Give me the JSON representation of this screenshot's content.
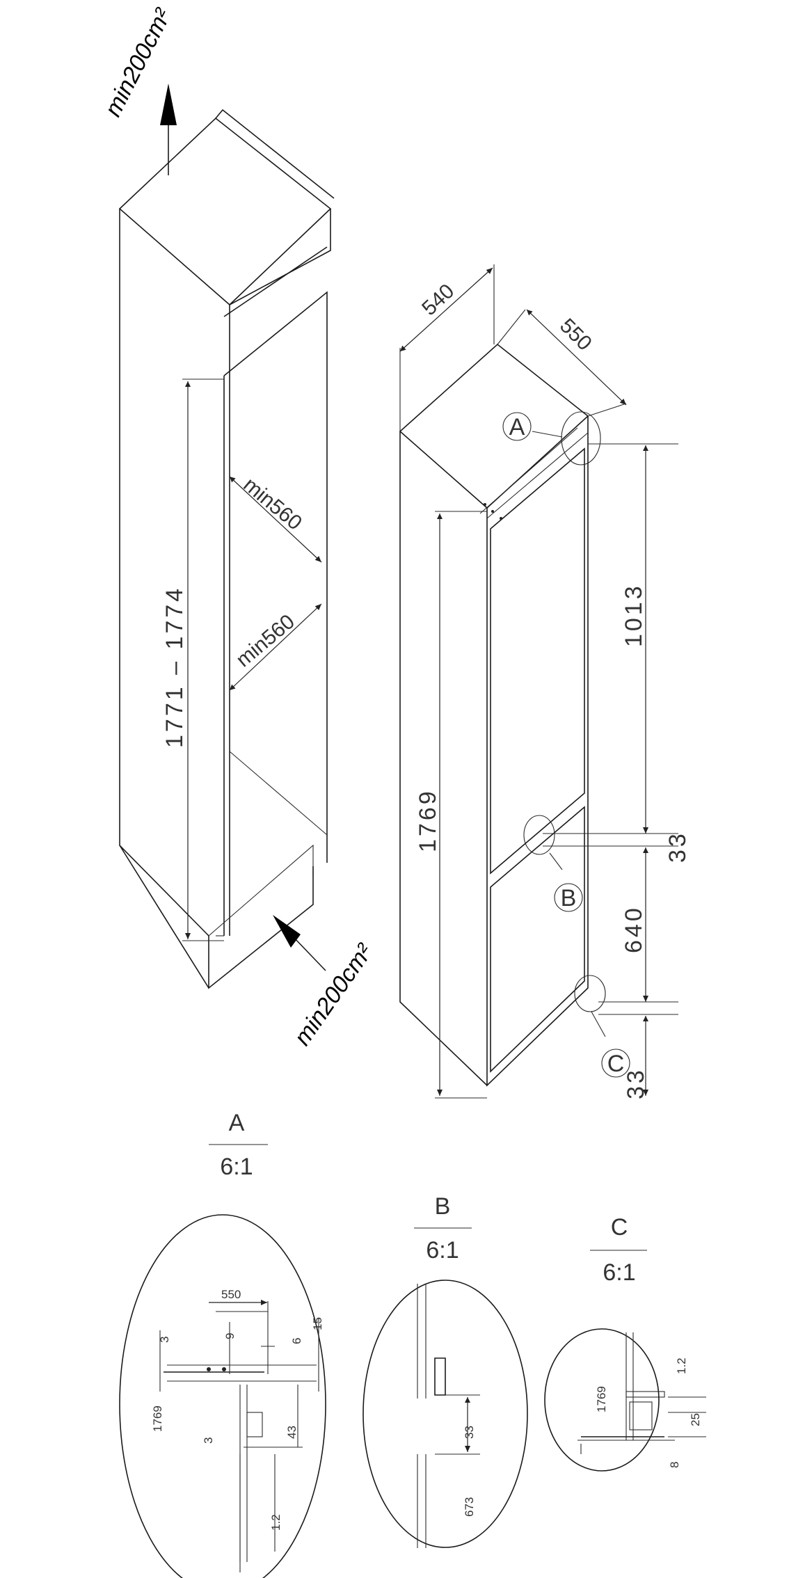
{
  "niche": {
    "airflow_top": "min200cm²",
    "airflow_bottom": "min200cm²",
    "height_range": "1771 – 1774",
    "depth_upper": "min560",
    "depth_lower": "min560"
  },
  "appliance": {
    "width": "540",
    "depth": "550",
    "height": "1769",
    "upper_door": "1013",
    "gap_mid": "33",
    "lower_door": "640",
    "gap_bottom": "33",
    "marker_a": "A",
    "marker_b": "B",
    "marker_c": "C"
  },
  "details": {
    "a": {
      "title": "A",
      "scale": "6:1",
      "dims": {
        "d550": "550",
        "d9": "9",
        "d6": "6",
        "d15": "15",
        "d3_top": "3",
        "d1769": "1769",
        "d3_bottom": "3",
        "d43": "43",
        "d12": "1.2"
      }
    },
    "b": {
      "title": "B",
      "scale": "6:1",
      "dims": {
        "d33": "33",
        "d673": "673"
      }
    },
    "c": {
      "title": "C",
      "scale": "6:1",
      "dims": {
        "d1769": "1769",
        "d12": "1.2",
        "d25": "25",
        "d8": "8"
      }
    }
  }
}
